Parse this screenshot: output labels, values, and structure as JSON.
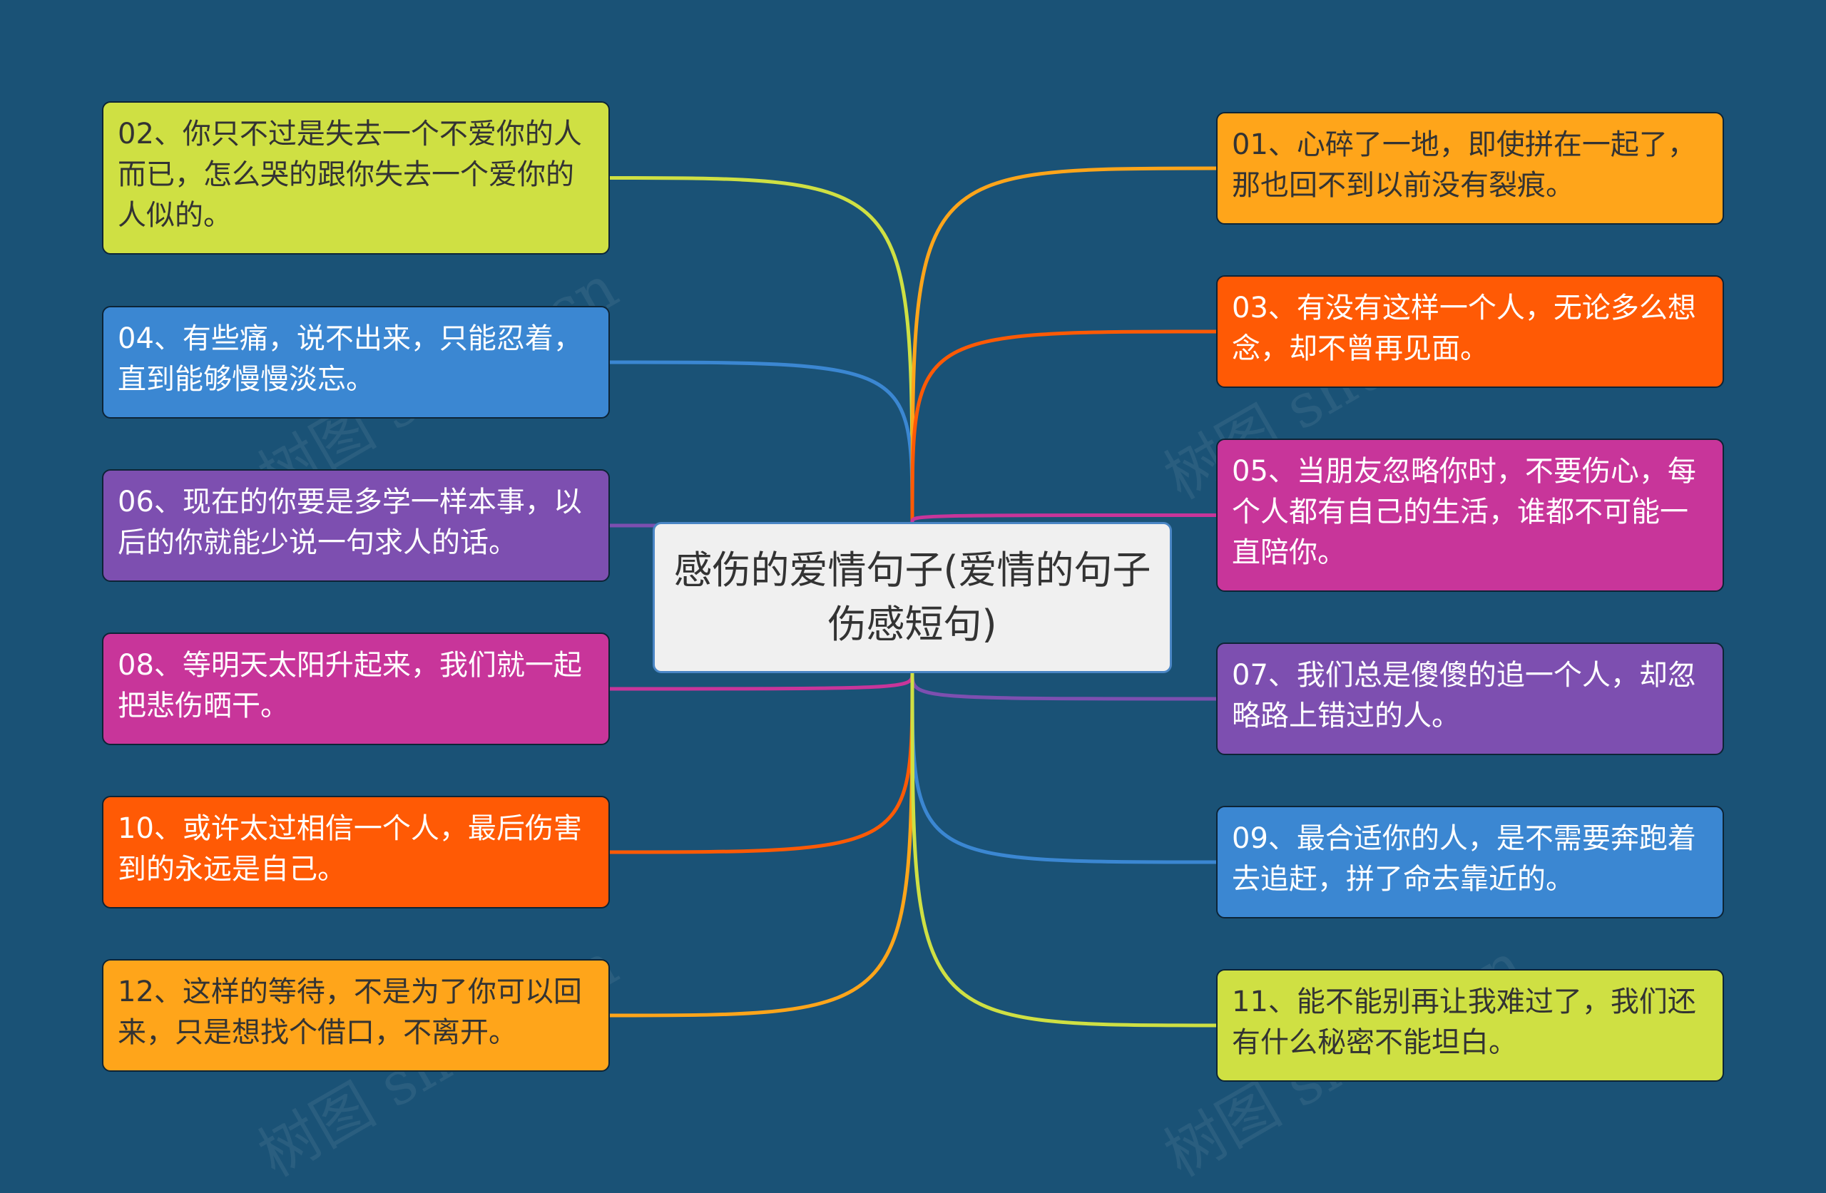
{
  "center": {
    "text": "感伤的爱情句子(爱情的句子伤感短句)"
  },
  "watermark": "树图 shutu.cn",
  "colors": {
    "background": "#1a5276",
    "lime": "#cfe043",
    "blue": "#3b87d2",
    "purple": "#7d4fb0",
    "magenta": "#c8359a",
    "orange_red": "#ff5a05",
    "orange": "#ffa51a"
  },
  "left": [
    {
      "text": "02、你只不过是失去一个不爱你的人而已，怎么哭的跟你失去一个爱你的人似的。",
      "color": "lime"
    },
    {
      "text": "04、有些痛，说不出来，只能忍着，直到能够慢慢淡忘。",
      "color": "blue"
    },
    {
      "text": "06、现在的你要是多学一样本事，以后的你就能少说一句求人的话。",
      "color": "purple"
    },
    {
      "text": "08、等明天太阳升起来，我们就一起把悲伤晒干。",
      "color": "magenta"
    },
    {
      "text": "10、或许太过相信一个人，最后伤害到的永远是自己。",
      "color": "orange_red"
    },
    {
      "text": "12、这样的等待，不是为了你可以回来，只是想找个借口，不离开。",
      "color": "orange"
    }
  ],
  "right": [
    {
      "text": "01、心碎了一地，即使拼在一起了，那也回不到以前没有裂痕。",
      "color": "orange"
    },
    {
      "text": "03、有没有这样一个人，无论多么想念，却不曾再见面。",
      "color": "orange_red"
    },
    {
      "text": "05、当朋友忽略你时，不要伤心，每个人都有自己的生活，谁都不可能一直陪你。",
      "color": "magenta"
    },
    {
      "text": "07、我们总是傻傻的追一个人，却忽略路上错过的人。",
      "color": "purple"
    },
    {
      "text": "09、最合适你的人，是不需要奔跑着去追赶，拼了命去靠近的。",
      "color": "blue"
    },
    {
      "text": "11、能不能别再让我难过了，我们还有什么秘密不能坦白。",
      "color": "lime"
    }
  ]
}
